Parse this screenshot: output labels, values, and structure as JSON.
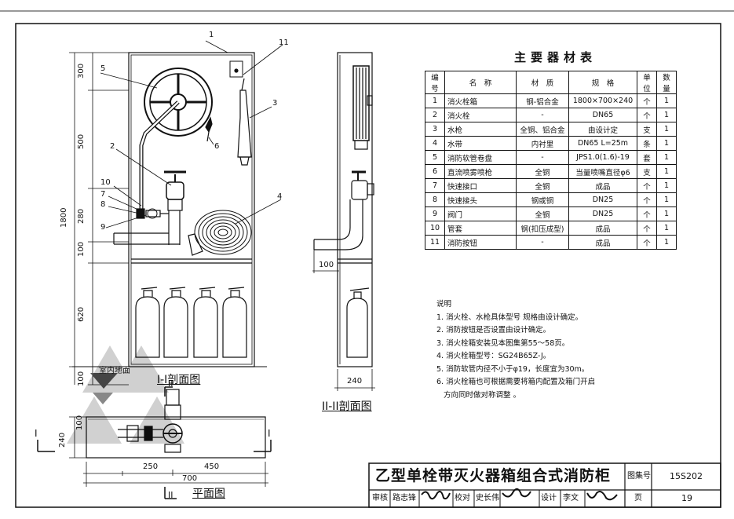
{
  "drawing": {
    "title": "乙型单栓带灭火器箱组合式消防柜",
    "atlas_label": "图集号",
    "atlas_no": "15S202",
    "page_label": "页",
    "page_no": "19",
    "signoff": [
      "审核",
      "路志锋",
      "校对",
      "史长伟",
      "设计",
      "李文"
    ]
  },
  "views": {
    "section_1": "I-I剖面图",
    "section_2": "II-II剖面图",
    "plan": "平面图",
    "indoor_ground": "室内地面",
    "cut_mark_I": "I",
    "cut_mark_II": "II"
  },
  "dimensions": {
    "left_stack": [
      "300",
      "500",
      "280",
      "100",
      "620",
      "100"
    ],
    "total_height": "1800",
    "side_100": "100",
    "side_240": "240",
    "plan_depth": "240",
    "plan_100": "100",
    "plan_250": "250",
    "plan_450": "450",
    "plan_700": "700"
  },
  "callouts": [
    "1",
    "2",
    "3",
    "4",
    "5",
    "6",
    "7",
    "8",
    "9",
    "10",
    "11"
  ],
  "material_table": {
    "title": "主要器材表",
    "headers": [
      "编号",
      "名　称",
      "材　质",
      "规　格",
      "单位",
      "数量"
    ],
    "rows": [
      [
        "1",
        "消火栓箱",
        "钢-铝合金",
        "1800×700×240",
        "个",
        "1"
      ],
      [
        "2",
        "消火栓",
        "-",
        "DN65",
        "个",
        "1"
      ],
      [
        "3",
        "水枪",
        "全铜、铝合金",
        "由设计定",
        "支",
        "1"
      ],
      [
        "4",
        "水带",
        "内衬里",
        "DN65  L=25m",
        "条",
        "1"
      ],
      [
        "5",
        "消防软管卷盘",
        "-",
        "JPS1.0(1.6)-19",
        "套",
        "1"
      ],
      [
        "6",
        "直流喷雾喷枪",
        "全铜",
        "当量喷嘴直径φ6",
        "支",
        "1"
      ],
      [
        "7",
        "快速接口",
        "全铜",
        "成品",
        "个",
        "1"
      ],
      [
        "8",
        "快速接头",
        "钢或铜",
        "DN25",
        "个",
        "1"
      ],
      [
        "9",
        "阀门",
        "全铜",
        "DN25",
        "个",
        "1"
      ],
      [
        "10",
        "管套",
        "钢(扣压成型)",
        "成品",
        "个",
        "1"
      ],
      [
        "11",
        "消防按钮",
        "-",
        "成品",
        "个",
        "1"
      ]
    ]
  },
  "notes": {
    "heading": "说明",
    "items": [
      "1. 消火栓、水枪具体型号  规格由设计确定。",
      "2. 消防按钮是否设置由设计确定。",
      "3. 消火栓箱安装见本图集第55～58页。",
      "4. 消火栓箱型号：SG24B65Z-J。",
      "5. 消防软管内径不小于φ19，长度宜为30m。",
      "6. 消火栓箱也可根据需要将箱内配置及箱门开启",
      "   方向同时做对称调整 。"
    ]
  }
}
